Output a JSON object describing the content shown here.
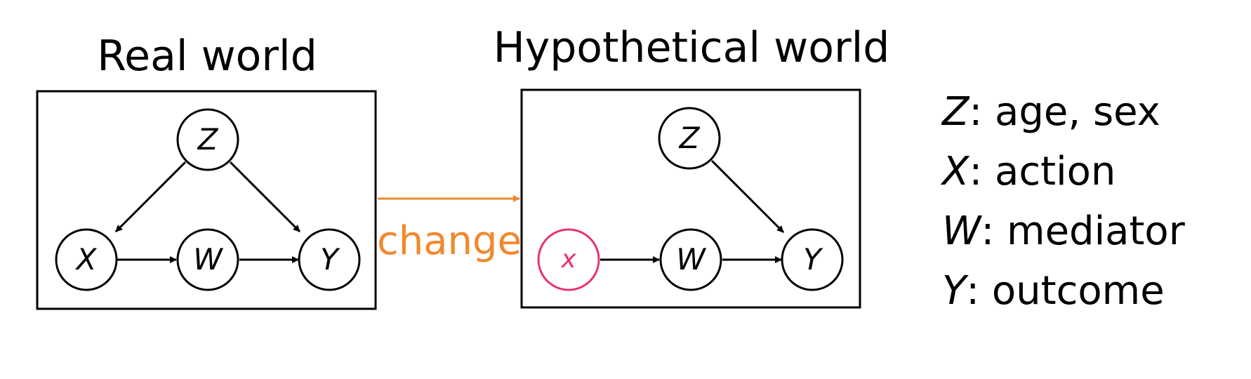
{
  "panels": {
    "real": {
      "title": "Real world",
      "nodes": {
        "z": "Z",
        "x": "X",
        "w": "W",
        "y": "Y"
      }
    },
    "hypothetical": {
      "title": "Hypothetical world",
      "nodes": {
        "z": "Z",
        "x": "x",
        "w": "W",
        "y": "Y"
      }
    }
  },
  "change": {
    "label": "change"
  },
  "legend": [
    {
      "var": "Z",
      "desc": ": age, sex"
    },
    {
      "var": "X",
      "desc": ": action"
    },
    {
      "var": "W",
      "desc": ": mediator"
    },
    {
      "var": "Y",
      "desc": ": outcome"
    }
  ],
  "colors": {
    "change": "#f0892e",
    "intervened_node": "#e8336b",
    "ink": "#000000"
  }
}
